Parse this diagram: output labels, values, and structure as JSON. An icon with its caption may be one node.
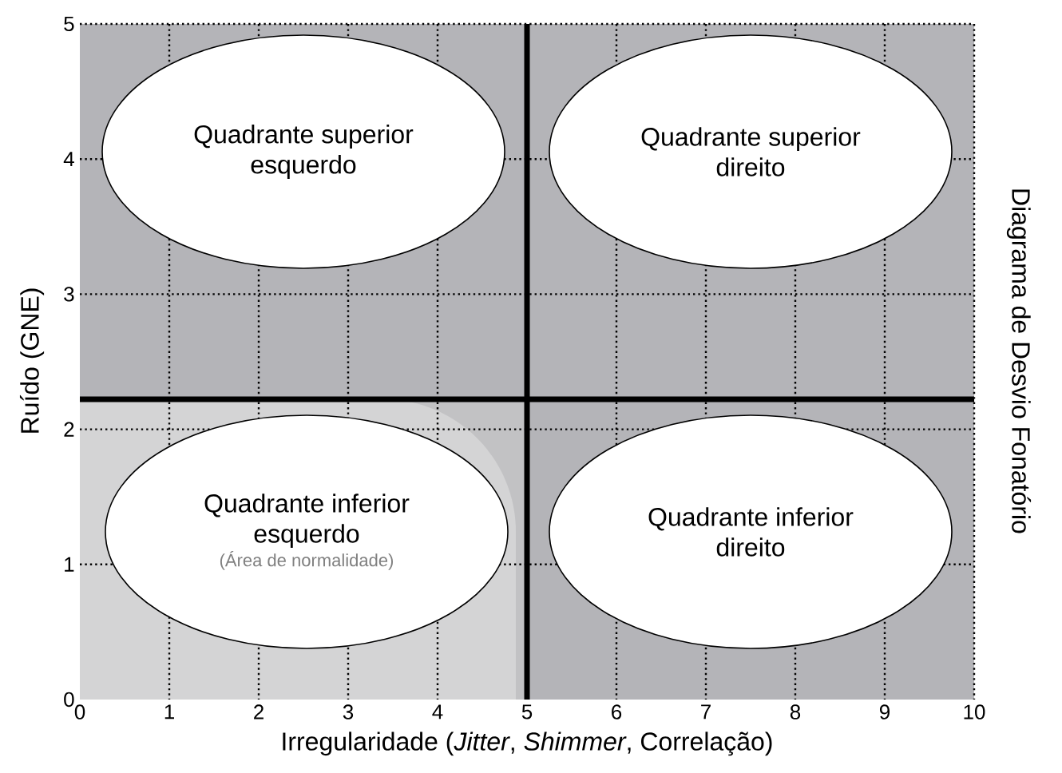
{
  "diagram": {
    "nodes": [
      {
        "text": [
          "Quadrante superior esquerdo"
        ]
      },
      {
        "text": [
          "Quadrante superior direito"
        ]
      },
      {
        "text": [
          "Quadrante inferior esquerdo",
          "(Área de normalidade)"
        ]
      },
      {
        "text": [
          "Quadrante inferior direito"
        ]
      }
    ],
    "labels": [
      "5",
      "4",
      "3",
      "2",
      "1",
      "0",
      "0",
      "1",
      "2",
      "3",
      "4",
      "5",
      "6",
      "7",
      "8",
      "9",
      "10",
      "Irregularidade (*Jitter*, *Shimmer*, Correlação)",
      "Ruído (GNE)",
      "Diagrama de Desvio Fonatório"
    ]
  }
}
